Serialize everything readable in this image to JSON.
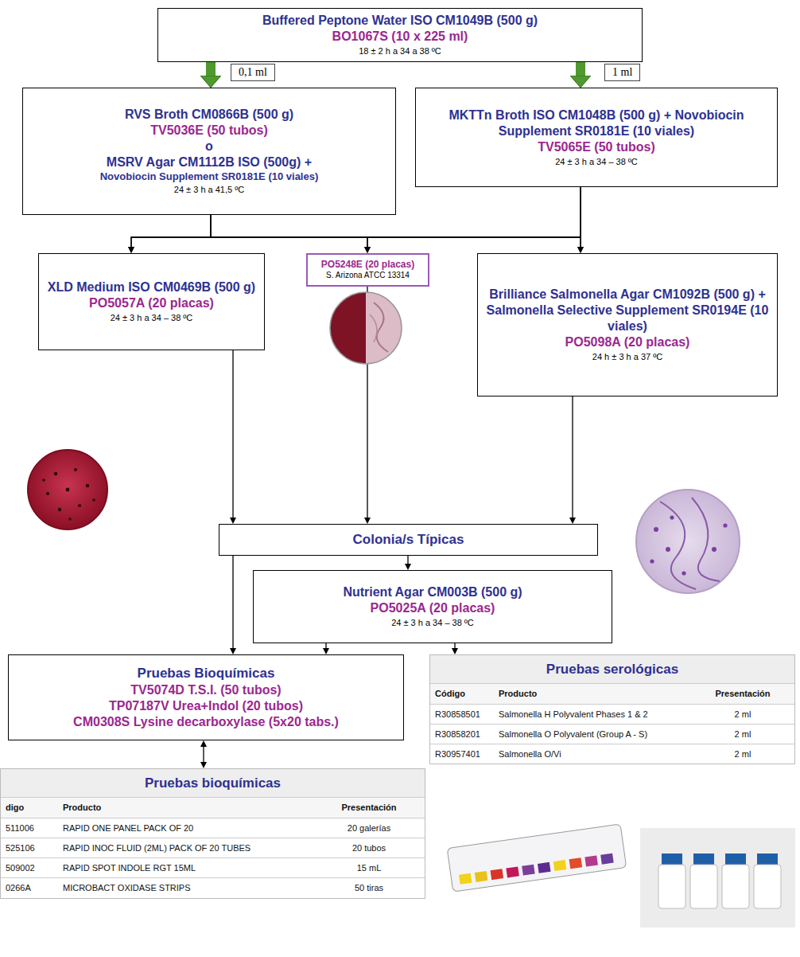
{
  "diagram": {
    "nodes": [
      {
        "text": [
          "Buffered Peptone Water ISO CM1049B (500 g)",
          "BO1067S (10 x 225 ml)",
          "18 ± 2 h a 34 a 38 ºC"
        ]
      },
      {
        "text": [
          "RVS Broth CM0866B (500 g)",
          "TV5036E (50 tubos)",
          "o",
          "MSRV Agar CM1112B ISO (500g) +",
          "Novobiocin Supplement SR0181E (10 viales)",
          "24 ± 3 h a 41,5 ºC"
        ]
      },
      {
        "text": [
          "MKTTn Broth ISO CM1048B (500 g) + Novobiocin Supplement SR0181E (10 viales)",
          "TV5065E (50 tubos)",
          "24 ± 3 h a 34 – 38 ºC"
        ]
      },
      {
        "text": [
          "XLD Medium ISO CM0469B (500 g)",
          "PO5057A (20 placas)",
          "24 ± 3 h a 34 – 38 ºC"
        ]
      },
      {
        "text": [
          "PO5248E (20 placas)",
          "S. Arizona ATCC 13314"
        ]
      },
      {
        "text": [
          "Brilliance Salmonella Agar CM1092B (500 g) + Salmonella Selective Supplement SR0194E (10 viales)",
          "PO5098A (20 placas)",
          "24 h ± 3 h a 37 ºC"
        ]
      },
      {
        "text": [
          "Colonia/s Típicas"
        ]
      },
      {
        "text": [
          "Nutrient Agar CM003B (500 g)",
          "PO5025A (20 placas)",
          "24 ± 3 h a 34 – 38 ºC"
        ]
      },
      {
        "text": [
          "Pruebas Bioquímicas",
          "TV5074D T.S.I. (50 tubos)",
          "TP07187V Urea+Indol (20 tubos)",
          "CM0308S Lysine decarboxylase (5x20 tabs.)"
        ]
      },
      {
        "text": [
          "Pruebas serológicas",
          "Código",
          "Producto",
          "Presentación",
          "R30858501",
          "Salmonella H Polyvalent Phases 1 & 2",
          "2 ml",
          "R30858201",
          "Salmonella O Polyvalent (Group A - S)",
          "2 ml",
          "R30957401",
          "Salmonella O/Vi",
          "2 ml"
        ]
      },
      {
        "text": [
          "Pruebas bioquímicas",
          "digo",
          "Producto",
          "Presentación",
          "511006",
          "RAPID ONE PANEL PACK OF 20",
          "20 galerías",
          "525106",
          "RAPID INOC FLUID (2ML) PACK OF 20 TUBES",
          "20 tubos",
          "509002",
          "RAPID SPOT INDOLE RGT 15ML",
          "15 mL",
          "0266A",
          "MICROBACT OXIDASE STRIPS",
          "50 tiras"
        ]
      }
    ],
    "edges": [
      {
        "from": 0,
        "to": 1,
        "arrow": "to",
        "label": "0,1 ml"
      },
      {
        "from": 0,
        "to": 2,
        "arrow": "to",
        "label": "1 ml"
      },
      {
        "from": 1,
        "to": 3,
        "arrow": "to"
      },
      {
        "from": 1,
        "to": 4,
        "arrow": "to"
      },
      {
        "from": 1,
        "to": 5,
        "arrow": "to"
      },
      {
        "from": 2,
        "to": 3,
        "arrow": "to"
      },
      {
        "from": 2,
        "to": 4,
        "arrow": "to"
      },
      {
        "from": 2,
        "to": 5,
        "arrow": "to"
      },
      {
        "from": 3,
        "to": 6,
        "arrow": "to"
      },
      {
        "from": 4,
        "to": 6,
        "arrow": "to"
      },
      {
        "from": 5,
        "to": 6,
        "arrow": "to"
      },
      {
        "from": 6,
        "to": 7,
        "arrow": "to"
      },
      {
        "from": 6,
        "to": 8,
        "arrow": "to"
      },
      {
        "from": 7,
        "to": 8,
        "arrow": "to"
      },
      {
        "from": 7,
        "to": 9,
        "arrow": "to"
      },
      {
        "from": 8,
        "to": 10,
        "arrow": "both"
      }
    ]
  }
}
